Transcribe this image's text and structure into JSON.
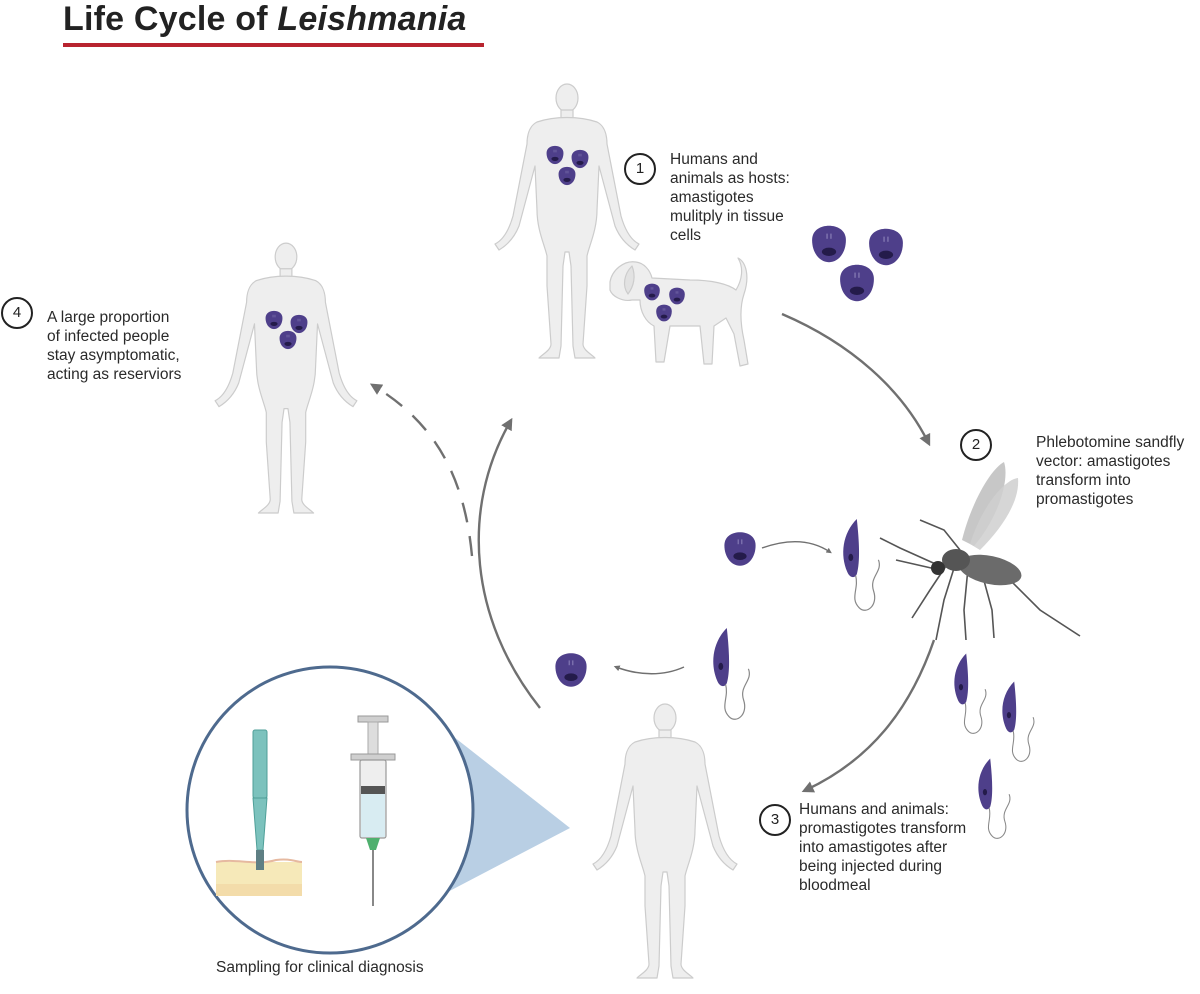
{
  "title": {
    "prefix": "Life Cycle of ",
    "italic": "Leishmania"
  },
  "colors": {
    "accent": "#b8242f",
    "parasite": "#4e3f8a",
    "body": "#eeeeee",
    "arrow": "#707070"
  },
  "steps": [
    {
      "number": "1",
      "lines": [
        "Humans and",
        "animals as hosts:",
        "amastigotes",
        "mulitply in tissue",
        "cells"
      ]
    },
    {
      "number": "2",
      "lines": [
        "Phlebotomine sandfly",
        "vector: amastigotes",
        "transform into",
        "promastigotes"
      ]
    },
    {
      "number": "3",
      "lines": [
        "Humans and animals:",
        "promastigotes transform",
        "into amastigotes after",
        "being injected during",
        "bloodmeal"
      ]
    },
    {
      "number": "4",
      "lines": [
        "A large proportion",
        "of infected people",
        "stay asymptomatic,",
        "acting as reserviors"
      ]
    }
  ],
  "diagnosis": {
    "caption": "Sampling for clinical diagnosis",
    "icons": [
      "biopsy-punch-icon",
      "syringe-icon"
    ]
  }
}
